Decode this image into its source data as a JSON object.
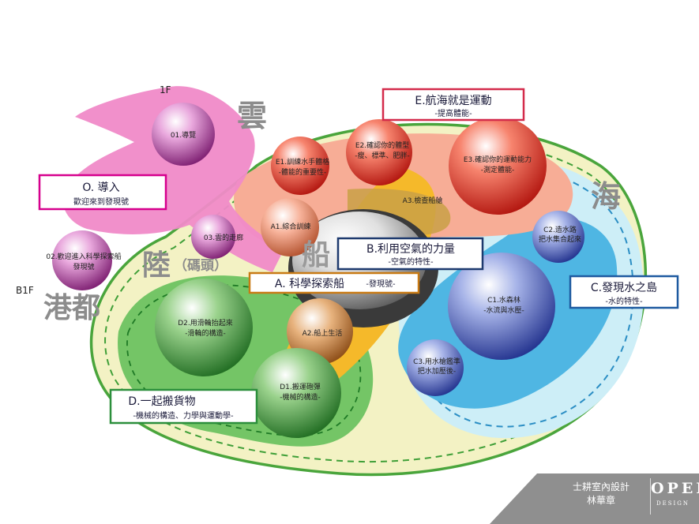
{
  "floors": {
    "f1": "1F",
    "b1": "B1F"
  },
  "regions": {
    "cloud": "雲",
    "sea": "海",
    "land": "陸",
    "dock": "（碼頭）",
    "ship": "船",
    "port": "港都"
  },
  "spheres": [
    {
      "id": "01",
      "l1": "01.導覽",
      "l2": ""
    },
    {
      "id": "02",
      "l1": "02.歡迎進入科學探索船",
      "l2": "發現號"
    },
    {
      "id": "03",
      "l1": "03.雲的走廊",
      "l2": ""
    },
    {
      "id": "E1",
      "l1": "E1.訓練水手體格",
      "l2": "-體能的重要性-"
    },
    {
      "id": "E2",
      "l1": "E2.確認你的體型",
      "l2": "-瘦、標準、肥胖-"
    },
    {
      "id": "E3",
      "l1": "E3.確認你的運動能力",
      "l2": "-測定體能-"
    },
    {
      "id": "A1",
      "l1": "A1.綜合訓練",
      "l2": ""
    },
    {
      "id": "A3",
      "l1": "A3.檢查船艙",
      "l2": ""
    },
    {
      "id": "A2",
      "l1": "A2.船上生活",
      "l2": ""
    },
    {
      "id": "C2",
      "l1": "C2.造水路",
      "l2": "把水集合起來"
    },
    {
      "id": "C1",
      "l1": "C1.水森林",
      "l2": "-水流與水壓-"
    },
    {
      "id": "C3",
      "l1": "C3.用水槍鑑準",
      "l2": "把水加壓後-"
    },
    {
      "id": "D2",
      "l1": "D2.用滑輪抬起來",
      "l2": "-滑輪的構造-"
    },
    {
      "id": "D1",
      "l1": "D1.搬運砲彈",
      "l2": "-機械的構造-"
    }
  ],
  "boxes": {
    "E": {
      "title": "E.航海就是運動",
      "sub": "-提高體能-"
    },
    "O": {
      "title": "O. 導入",
      "sub": "歡迎來到發現號"
    },
    "B": {
      "title": "B.利用空氣的力量",
      "sub": "-空氣的特性-"
    },
    "A": {
      "title": "A. 科學探索船",
      "sub": "-發現號-"
    },
    "C": {
      "title": "C.發現水之島",
      "sub": "-水的特性-"
    },
    "D": {
      "title": "D.一起搬貨物",
      "sub": "-機械的構造、力學與運動學-"
    }
  },
  "footer": {
    "line1": "士耕室內設計",
    "line2": "林華章",
    "logo1": "OPEN",
    "logo2": "DESIGN"
  },
  "colors": {
    "pink": "#f08ac8",
    "salmon": "#f7ad96",
    "gold": "#f5b92a",
    "green": "#74c566",
    "light_blue": "#cdeef7",
    "mid_blue": "#4fb6e3",
    "outer_yellow": "#f3f2c4",
    "box_red": "#d42b4b",
    "box_magenta": "#d6008d",
    "box_blue": "#1e5aa0",
    "box_green": "#2c8f3c",
    "box_orange": "#c87a14"
  }
}
